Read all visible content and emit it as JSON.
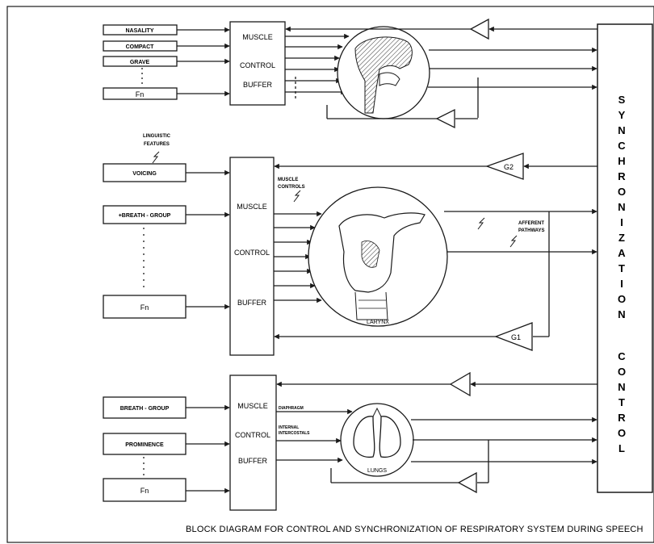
{
  "top": {
    "features": [
      "NASALITY",
      "COMPACT",
      "GRAVE",
      "Fn"
    ],
    "buffer": [
      "MUSCLE",
      "CONTROL",
      "BUFFER"
    ]
  },
  "middle": {
    "linguistic_label": [
      "LINGUISTIC",
      "FEATURES"
    ],
    "features": [
      "VOICING",
      "+BREATH - GROUP",
      "Fn"
    ],
    "buffer": [
      "MUSCLE",
      "CONTROL",
      "BUFFER"
    ],
    "muscle_controls_label": [
      "MUSCLE",
      "CONTROLS"
    ],
    "afferent_label": [
      "AFFERENT",
      "PATHWAYS"
    ],
    "organ_label": "LARYNX",
    "gain_upper": "G2",
    "gain_lower": "G1"
  },
  "bottom": {
    "features": [
      "BREATH - GROUP",
      "PROMINENCE",
      "Fn"
    ],
    "buffer": [
      "MUSCLE",
      "CONTROL",
      "BUFFER"
    ],
    "diaphragm_label": "DIAPHRAGM",
    "intercostals_label": [
      "INTERNAL",
      "INTERCOSTALS"
    ],
    "organ_label": "LUNGS"
  },
  "sync_control": {
    "word1": [
      "S",
      "Y",
      "N",
      "C",
      "H",
      "R",
      "O",
      "N",
      "I",
      "Z",
      "A",
      "T",
      "I",
      "O",
      "N"
    ],
    "word2": [
      "C",
      "O",
      "N",
      "T",
      "R",
      "O",
      "L"
    ]
  },
  "caption": "BLOCK DIAGRAM FOR CONTROL AND SYNCHRONIZATION OF RESPIRATORY SYSTEM DURING SPEECH"
}
